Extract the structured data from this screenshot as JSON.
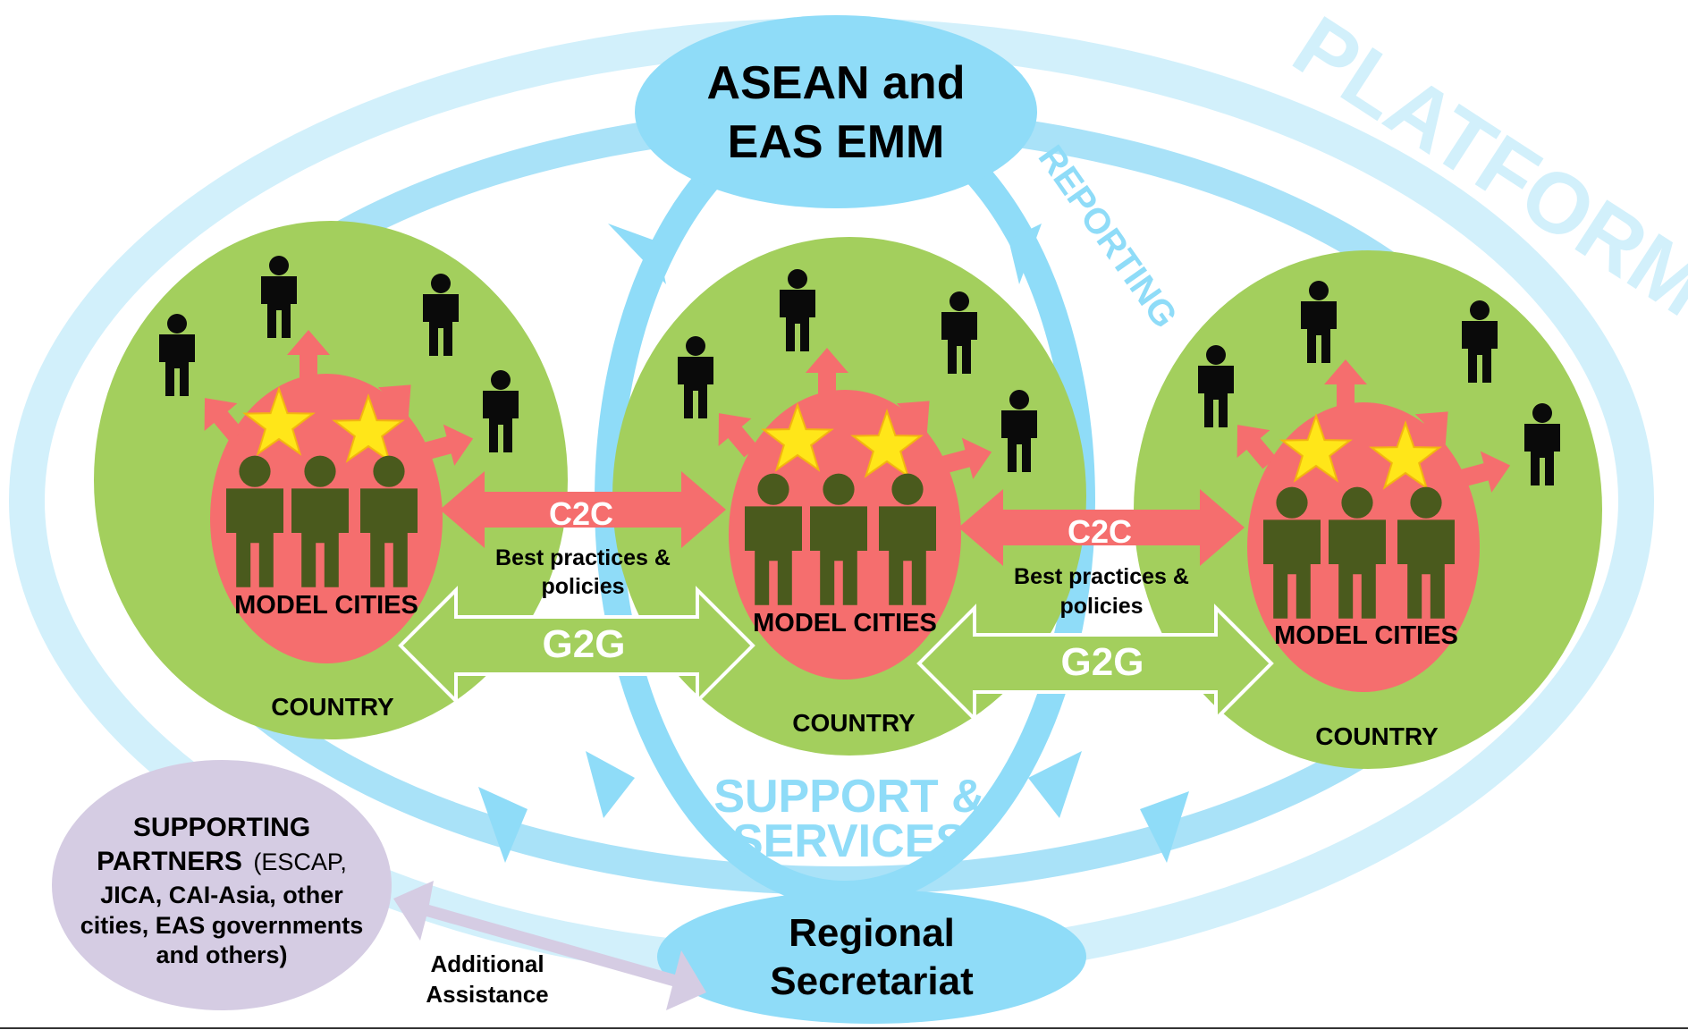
{
  "platform_label": "PLATFORM",
  "reporting_label": "REPORTING",
  "support_services_line1": "SUPPORT &",
  "support_services_line2": "SERVICES",
  "top_node": {
    "line1": "ASEAN and",
    "line2": "EAS EMM"
  },
  "bottom_node": {
    "line1": "Regional",
    "line2": "Secretariat"
  },
  "countries": [
    {
      "country_label": "COUNTRY",
      "model_cities_label": "MODEL CITIES"
    },
    {
      "country_label": "COUNTRY",
      "model_cities_label": "MODEL CITIES"
    },
    {
      "country_label": "COUNTRY",
      "model_cities_label": "MODEL CITIES"
    }
  ],
  "links": [
    {
      "c2c_label": "C2C",
      "c2c_note_line1": "Best practices &",
      "c2c_note_line2": "policies",
      "g2g_label": "G2G"
    },
    {
      "c2c_label": "C2C",
      "c2c_note_line1": "Best practices &",
      "c2c_note_line2": "policies",
      "g2g_label": "G2G"
    }
  ],
  "partners": {
    "title_line1": "SUPPORTING",
    "title_line2": "PARTNERS",
    "detail_line2": "(ESCAP,",
    "detail_line3": "JICA, CAI-Asia, other",
    "detail_line4": "cities, EAS governments",
    "detail_line5": "and others)"
  },
  "assistance": {
    "line1": "Additional",
    "line2": "Assistance"
  },
  "colors": {
    "ring_light": "#d2f0fb",
    "ring_mid": "#a9e2f8",
    "ring_strong": "#8fdcf8",
    "node_blue": "#8fdcf8",
    "country_green": "#a3cf5d",
    "city_red": "#f56e6e",
    "resident_dark": "#4a5a1d",
    "person_black": "#0a0a0a",
    "star_yellow": "#ffe619",
    "partners_purple": "#d5cce3",
    "text_dark": "#000000",
    "text_white": "#ffffff"
  }
}
